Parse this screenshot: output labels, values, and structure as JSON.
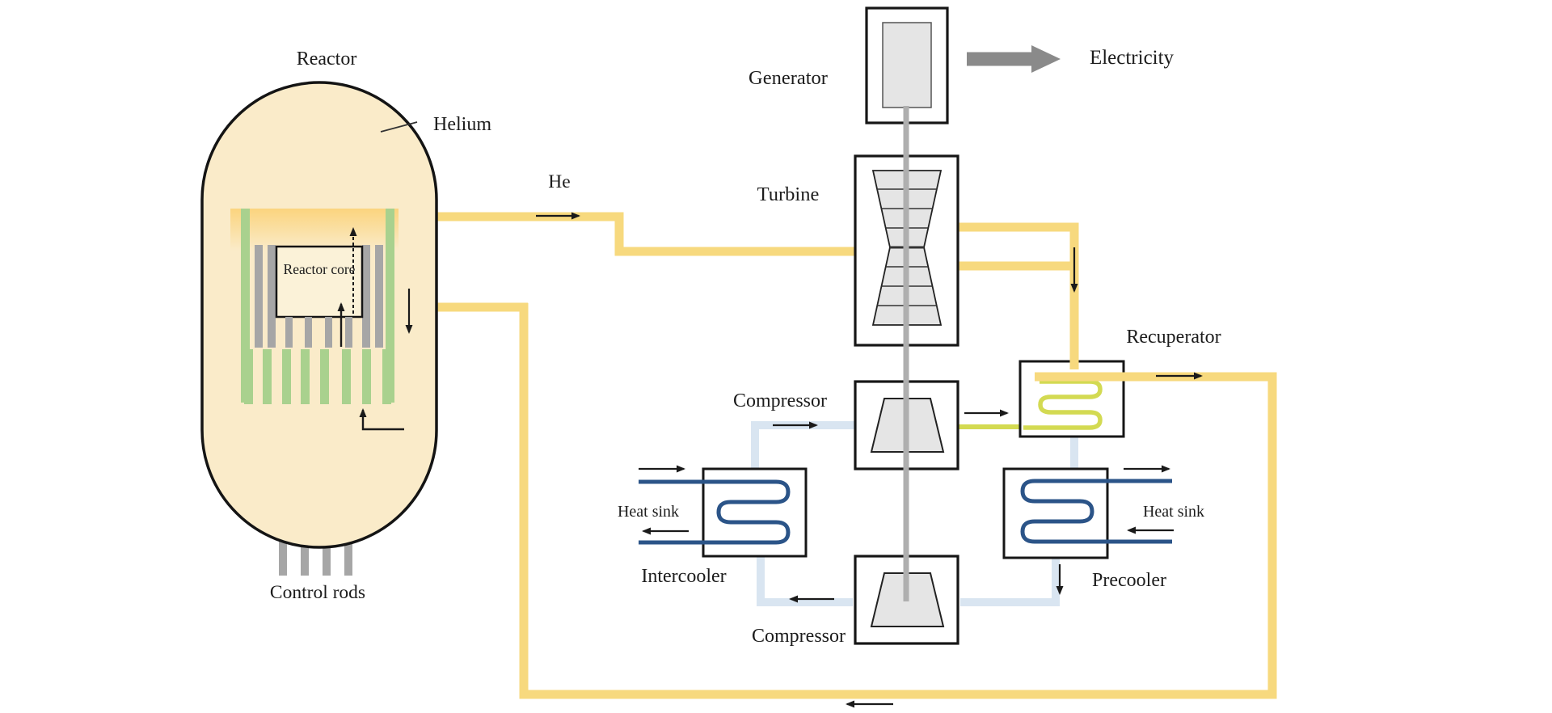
{
  "title": "Helium-cooled reactor closed Brayton cycle diagram",
  "labels": {
    "reactor": "Reactor",
    "helium": "Helium",
    "reactor_core": "Reactor core",
    "control_rods": "Control rods",
    "he": "He",
    "generator": "Generator",
    "electricity": "Electricity",
    "turbine": "Turbine",
    "compressor_top": "Compressor",
    "compressor_bottom": "Compressor",
    "recuperator": "Recuperator",
    "intercooler": "Intercooler",
    "precooler": "Precooler",
    "heat_sink_left": "Heat sink",
    "heat_sink_right": "Heat sink"
  },
  "colors": {
    "vessel_fill": "#FAEBC9",
    "vessel_border": "#141414",
    "plenum": "#FBD47E",
    "rod_green": "#A9D18E",
    "rod_gray": "#A6A6A6",
    "pipe_hot": "#F7D97E",
    "pipe_cold": "#D9E5F1",
    "pipe_compressed": "#D3DA52",
    "coil_water": "#2B5488",
    "shaft": "#AFAFAF",
    "box_border": "#161616",
    "machine_fill": "#E5E5E5",
    "ink": "#1A1A1A",
    "elec": "#8A8A8A",
    "core_box_fill": "#FBF2D8"
  }
}
